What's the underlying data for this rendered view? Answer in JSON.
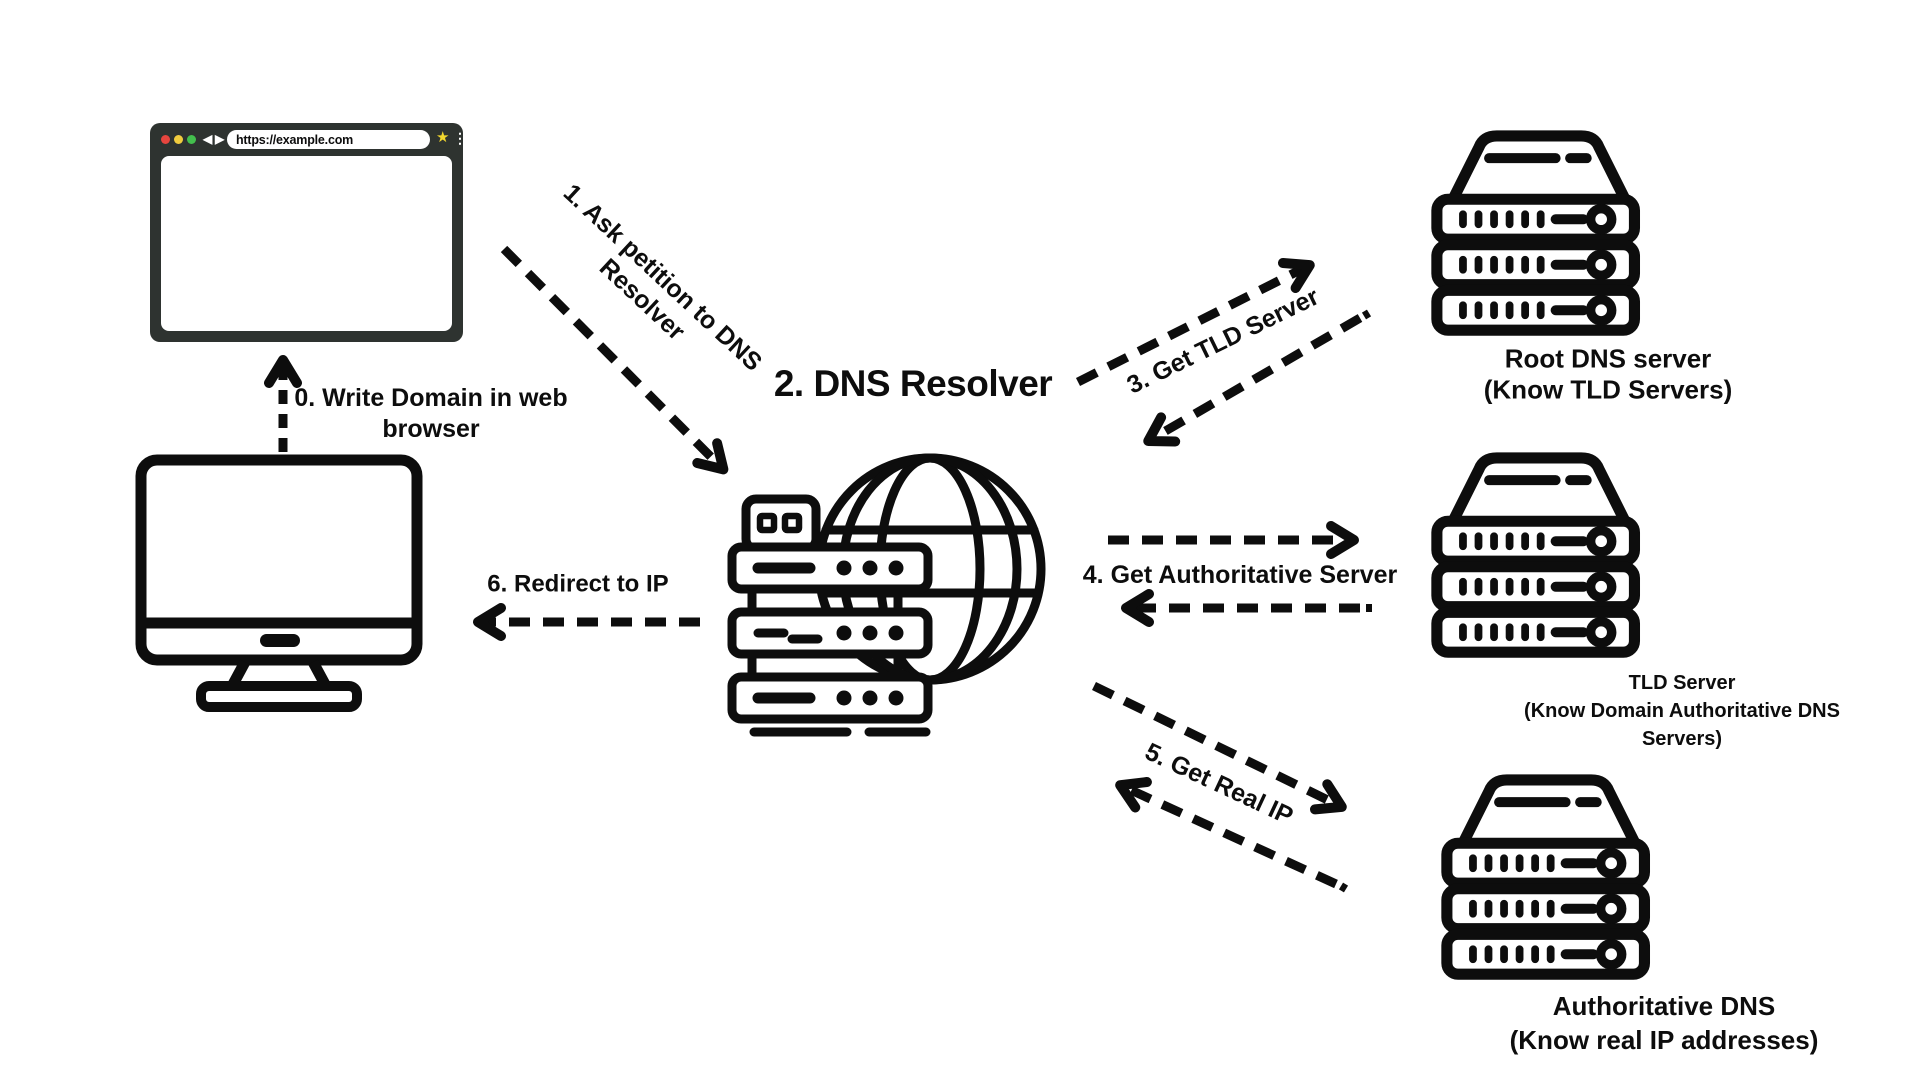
{
  "canvas": {
    "background": "#ffffff",
    "ink": "#0d0d0d"
  },
  "browser": {
    "url": "https://example.com",
    "traffic_lights": {
      "close": "#e6453e",
      "minimize": "#f0cc3e",
      "maximize": "#43bf4d"
    },
    "icons": {
      "back": "◀",
      "forward": "▶",
      "bookmark": "★",
      "menu": "⋮"
    }
  },
  "resolver": {
    "title": "2. DNS Resolver"
  },
  "servers": {
    "root": {
      "name": "Root DNS server",
      "note": "(Know TLD Servers)"
    },
    "tld": {
      "name": "TLD Server",
      "note": "(Know Domain Authoritative DNS Servers)"
    },
    "authoritative": {
      "name": "Authoritative DNS",
      "note": "(Know real IP addresses)"
    }
  },
  "steps": {
    "s0": "0. Write Domain in web browser",
    "s1": "1. Ask petition to DNS Resolver",
    "s3": "3. Get TLD Server",
    "s4": "4. Get Authoritative Server",
    "s5": "5. Get Real IP",
    "s6": "6. Redirect to IP"
  }
}
